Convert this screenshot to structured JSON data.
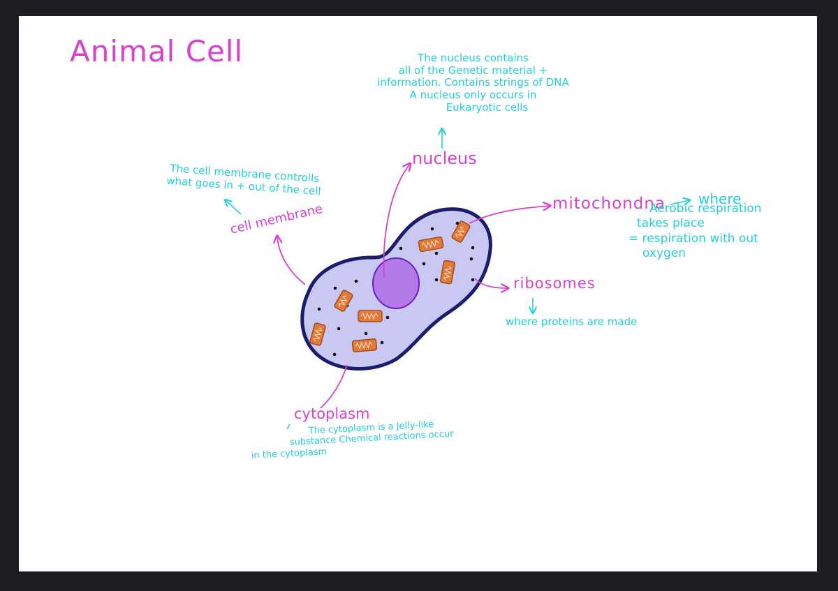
{
  "title": "Animal Cell",
  "colors": {
    "label": "#d93fd0",
    "note": "#22cfdc",
    "membrane": "#1c1c6e",
    "cytoplasm_fill": "#c9c8f2",
    "nucleus_fill": "#b27be8",
    "nucleus_stroke": "#6b1fbf",
    "mitochondria_fill": "#e07a3a",
    "mitochondria_stroke": "#a54a18"
  },
  "labels": {
    "nucleus": "nucleus",
    "cell_membrane": "cell membrane",
    "mitochondria": "mitochondna",
    "ribosomes": "ribosomes",
    "cytoplasm": "cytoplasm"
  },
  "notes": {
    "nucleus": [
      "The nucleus contains",
      "all of the Genetic material +",
      "information. Contains strings of DNA",
      "A nucleus only occurs in",
      "Eukaryotic cells"
    ],
    "cell_membrane": [
      "The cell membrane controlls",
      "what goes in + out of the cell"
    ],
    "mitochondria_where": "where",
    "mitochondria": [
      "Aerobic respiration",
      "takes place",
      "= respiration with out",
      "oxygen"
    ],
    "ribosomes": "where proteins are made",
    "cytoplasm": [
      "The cytoplasm is a Jelly-like",
      "substance Chemical reactions occur",
      "in the cytoplasm"
    ]
  }
}
